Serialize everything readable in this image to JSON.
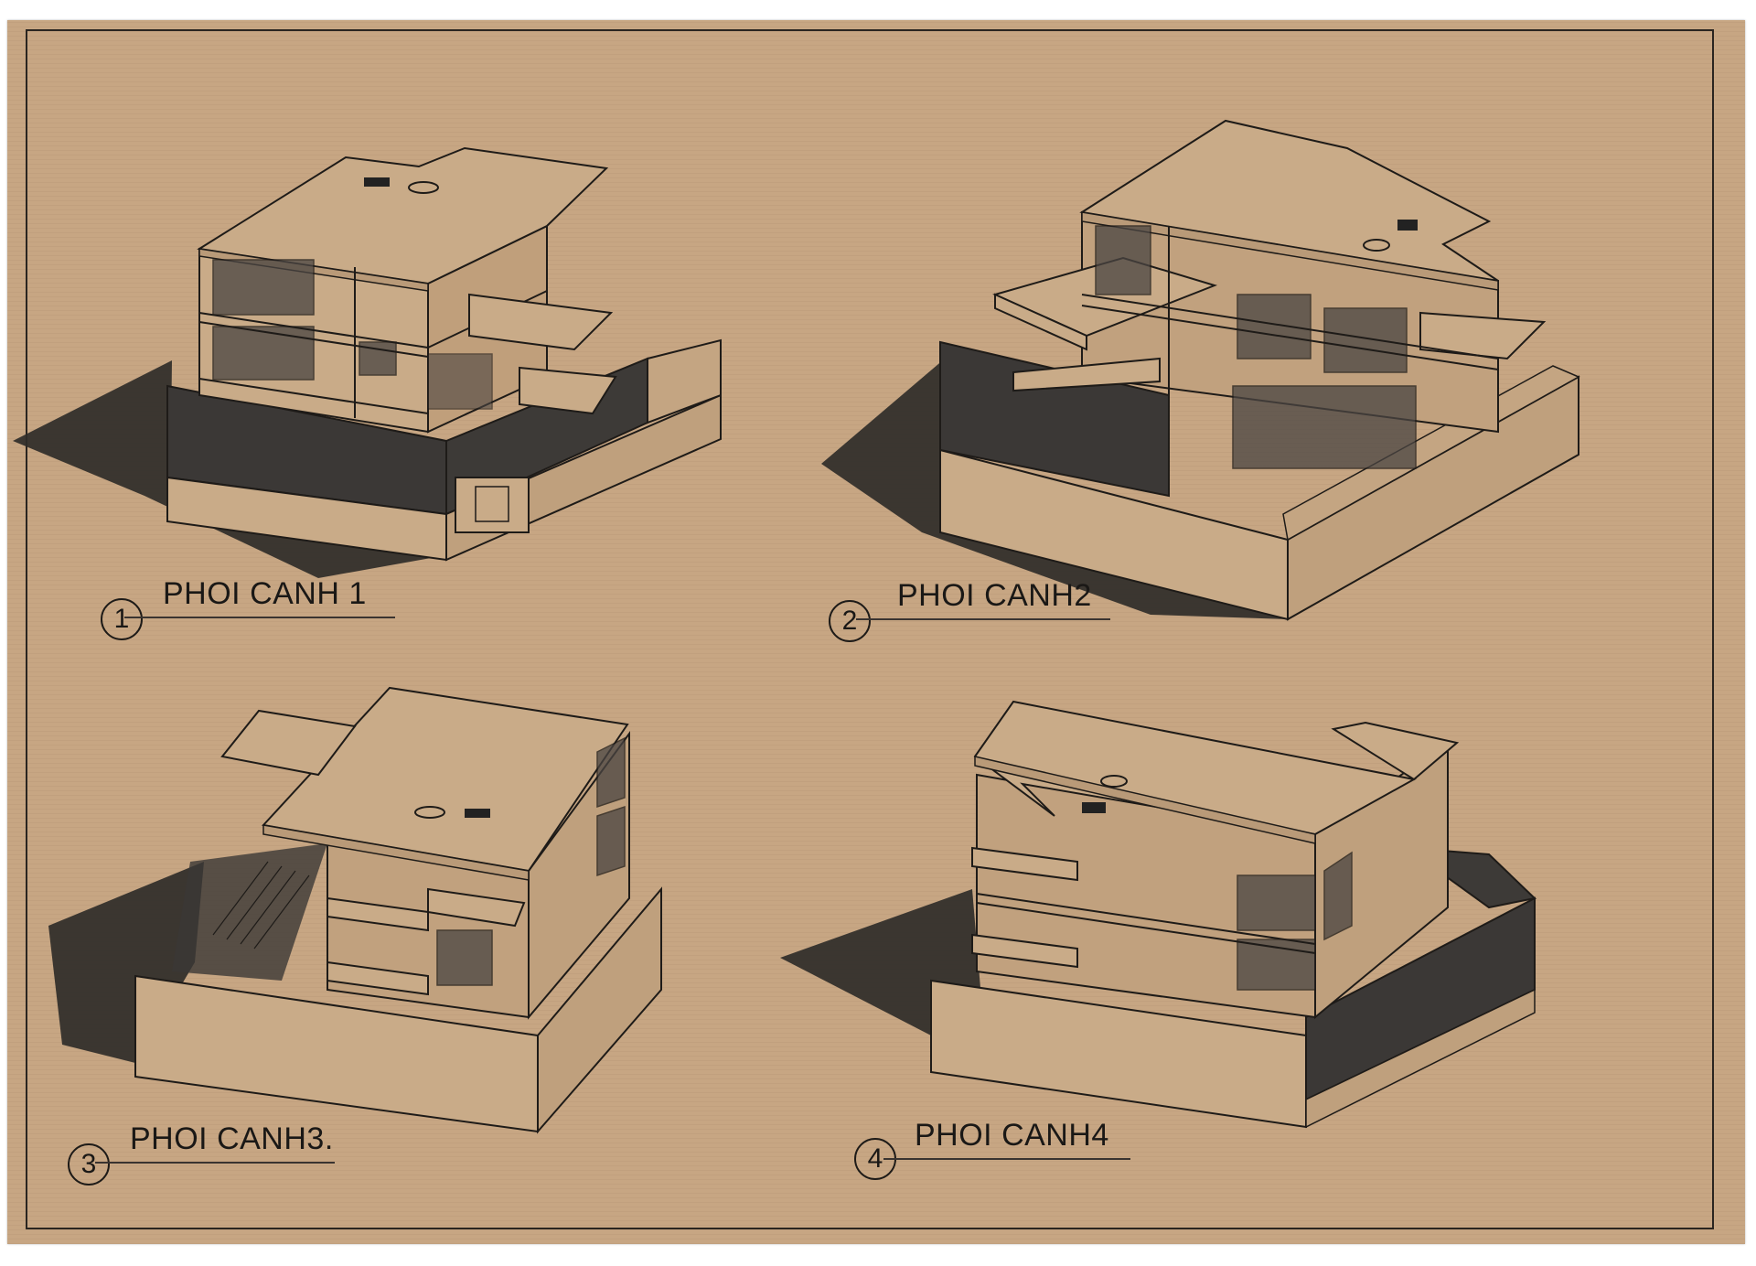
{
  "views": [
    {
      "number": "1",
      "title": "PHOI CANH 1"
    },
    {
      "number": "2",
      "title": "PHOI CANH2"
    },
    {
      "number": "3",
      "title": "PHOI CANH3."
    },
    {
      "number": "4",
      "title": "PHOI CANH4"
    }
  ],
  "colors": {
    "paper": "#c7a683",
    "line": "#1e1b18",
    "shadow": "#2f2c29",
    "wall": "#c9ab88",
    "fence": "#3b3836"
  }
}
